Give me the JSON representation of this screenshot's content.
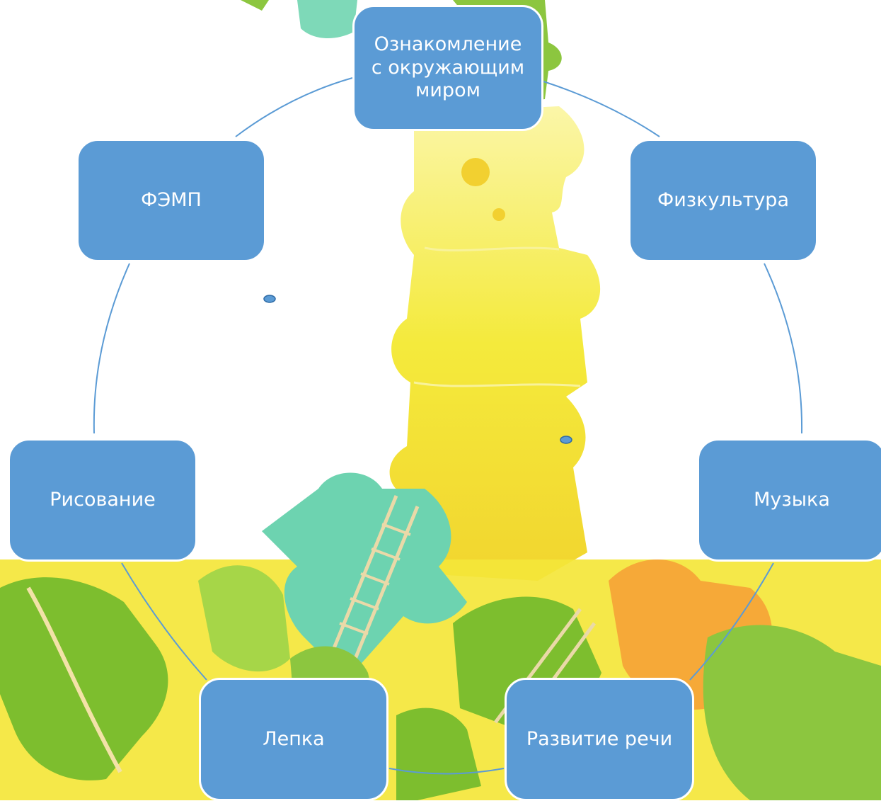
{
  "colors": {
    "node_fill": "#5B9BD5",
    "node_border": "#FFFFFF",
    "node_text": "#FFFFFF",
    "connector": "#5B9BD5",
    "puzzle_yellow": "#F2E53A",
    "puzzle_green": "#8CC63F",
    "puzzle_teal": "#6DD3B0",
    "puzzle_orange": "#F7A935"
  },
  "diagram": {
    "type": "cycle",
    "nodes": [
      {
        "label": "Ознакомление с окружающим миром",
        "lines": [
          "Ознакомление",
          "с окружающим",
          "миром"
        ]
      },
      {
        "label": "Физкультура"
      },
      {
        "label": "Музыка"
      },
      {
        "label": "Развитие речи"
      },
      {
        "label": "Лепка"
      },
      {
        "label": "Рисование"
      },
      {
        "label": "ФЭМП"
      }
    ]
  }
}
